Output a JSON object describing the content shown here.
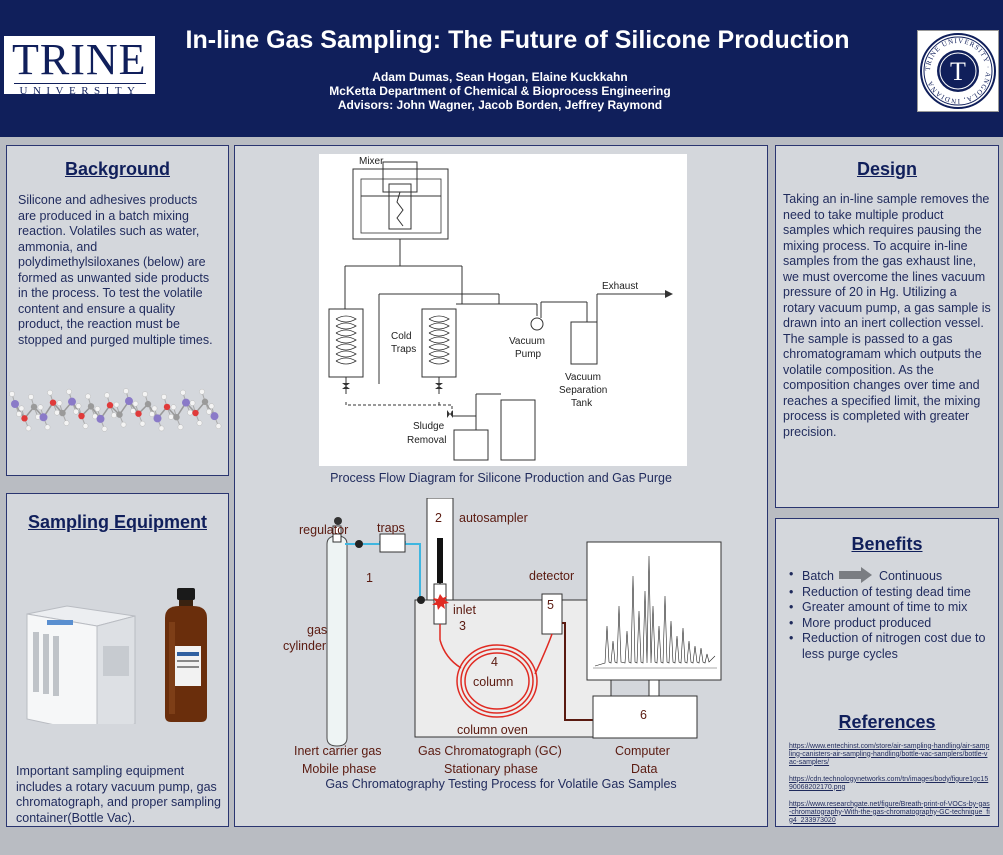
{
  "header": {
    "logo_main": "TRINE",
    "logo_sub": "UNIVERSITY",
    "title": "In-line Gas Sampling: The Future of Silicone Production",
    "authors": "Adam Dumas, Sean Hogan, Elaine Kuckkahn",
    "department": "McKetta Department of Chemical & Bioprocess Engineering",
    "advisors": "Advisors: John Wagner, Jacob Borden, Jeffrey Raymond",
    "seal_text": "TRINE UNIVERSITY · ANGOLA, INDIANA",
    "seal_letter": "T"
  },
  "background": {
    "heading": "Background",
    "text": "Silicone and adhesives products are produced in a batch mixing reaction. Volatiles such as water, ammonia, and polydimethylsiloxanes (below) are formed as unwanted side products in the process. To test the volatile content and ensure a quality product, the reaction must be stopped and purged multiple times."
  },
  "sampling": {
    "heading": "Sampling Equipment",
    "text": "Important sampling equipment includes a rotary vacuum pump, gas chromatograph, and proper sampling container(Bottle Vac)."
  },
  "pfd": {
    "labels": {
      "mixer": "Mixer",
      "exhaust": "Exhaust",
      "cold": "Cold",
      "traps": "Traps",
      "vacuum": "Vacuum",
      "pump": "Pump",
      "vac2": "Vacuum",
      "separation": "Separation",
      "tank": "Tank",
      "sludge": "Sludge",
      "removal": "Removal"
    },
    "caption": "Process Flow Diagram for Silicone Production and Gas Purge"
  },
  "gc": {
    "labels": {
      "regulator": "regulator",
      "traps": "traps",
      "n2": "2",
      "autosampler": "autosampler",
      "detector": "detector",
      "n1": "1",
      "n5": "5",
      "gas": "gas",
      "cylinder": "cylinder",
      "inlet": "inlet",
      "n3": "3",
      "n4": "4",
      "column": "column",
      "n6": "6",
      "column_oven": "column oven",
      "inert": "Inert carrier gas",
      "mobile": "Mobile phase",
      "gc_name": "Gas Chromatograph (GC)",
      "stationary": "Stationary phase",
      "computer": "Computer",
      "data": "Data"
    },
    "caption": "Gas Chromatography Testing Process for Volatile Gas Samples"
  },
  "design": {
    "heading": "Design",
    "text": "Taking an in-line sample removes the need to take multiple product samples which requires pausing the mixing process. To acquire in-line samples from the gas exhaust line, we must overcome the lines vacuum pressure of 20 in Hg. Utilizing a rotary vacuum pump, a gas sample is drawn into an inert collection vessel. The sample is passed to a gas chromatogramam which outputs the volatile composition. As the composition changes over time and reaches a specified limit, the mixing process is completed with greater precision."
  },
  "benefits": {
    "heading": "Benefits",
    "batch": "Batch",
    "continuous": "Continuous",
    "items": [
      "Reduction of testing dead time",
      "Greater amount of time to mix",
      "More product produced",
      "Reduction of nitrogen cost due to less purge cycles"
    ]
  },
  "references": {
    "heading": "References",
    "items": [
      "https://www.entechinst.com/store/air-sampling-handling/air-sampling-canisters-air-sampling-handling/bottle-vac-samplers/bottle-vac-samplers/",
      "https://cdn.technologynetworks.com/tn/images/body/figure1gc1590068202170.png",
      "https://www.researchgate.net/figure/Breath-print-of-VOCs-by-gas-chromatography-With-the-gas-chromatography-GC-technique_fig4_233973020"
    ]
  },
  "colors": {
    "navy": "#101f5b",
    "panel": "#d4d7dc",
    "tube_red": "#e02a22",
    "line_blue": "#3fb6e0"
  }
}
